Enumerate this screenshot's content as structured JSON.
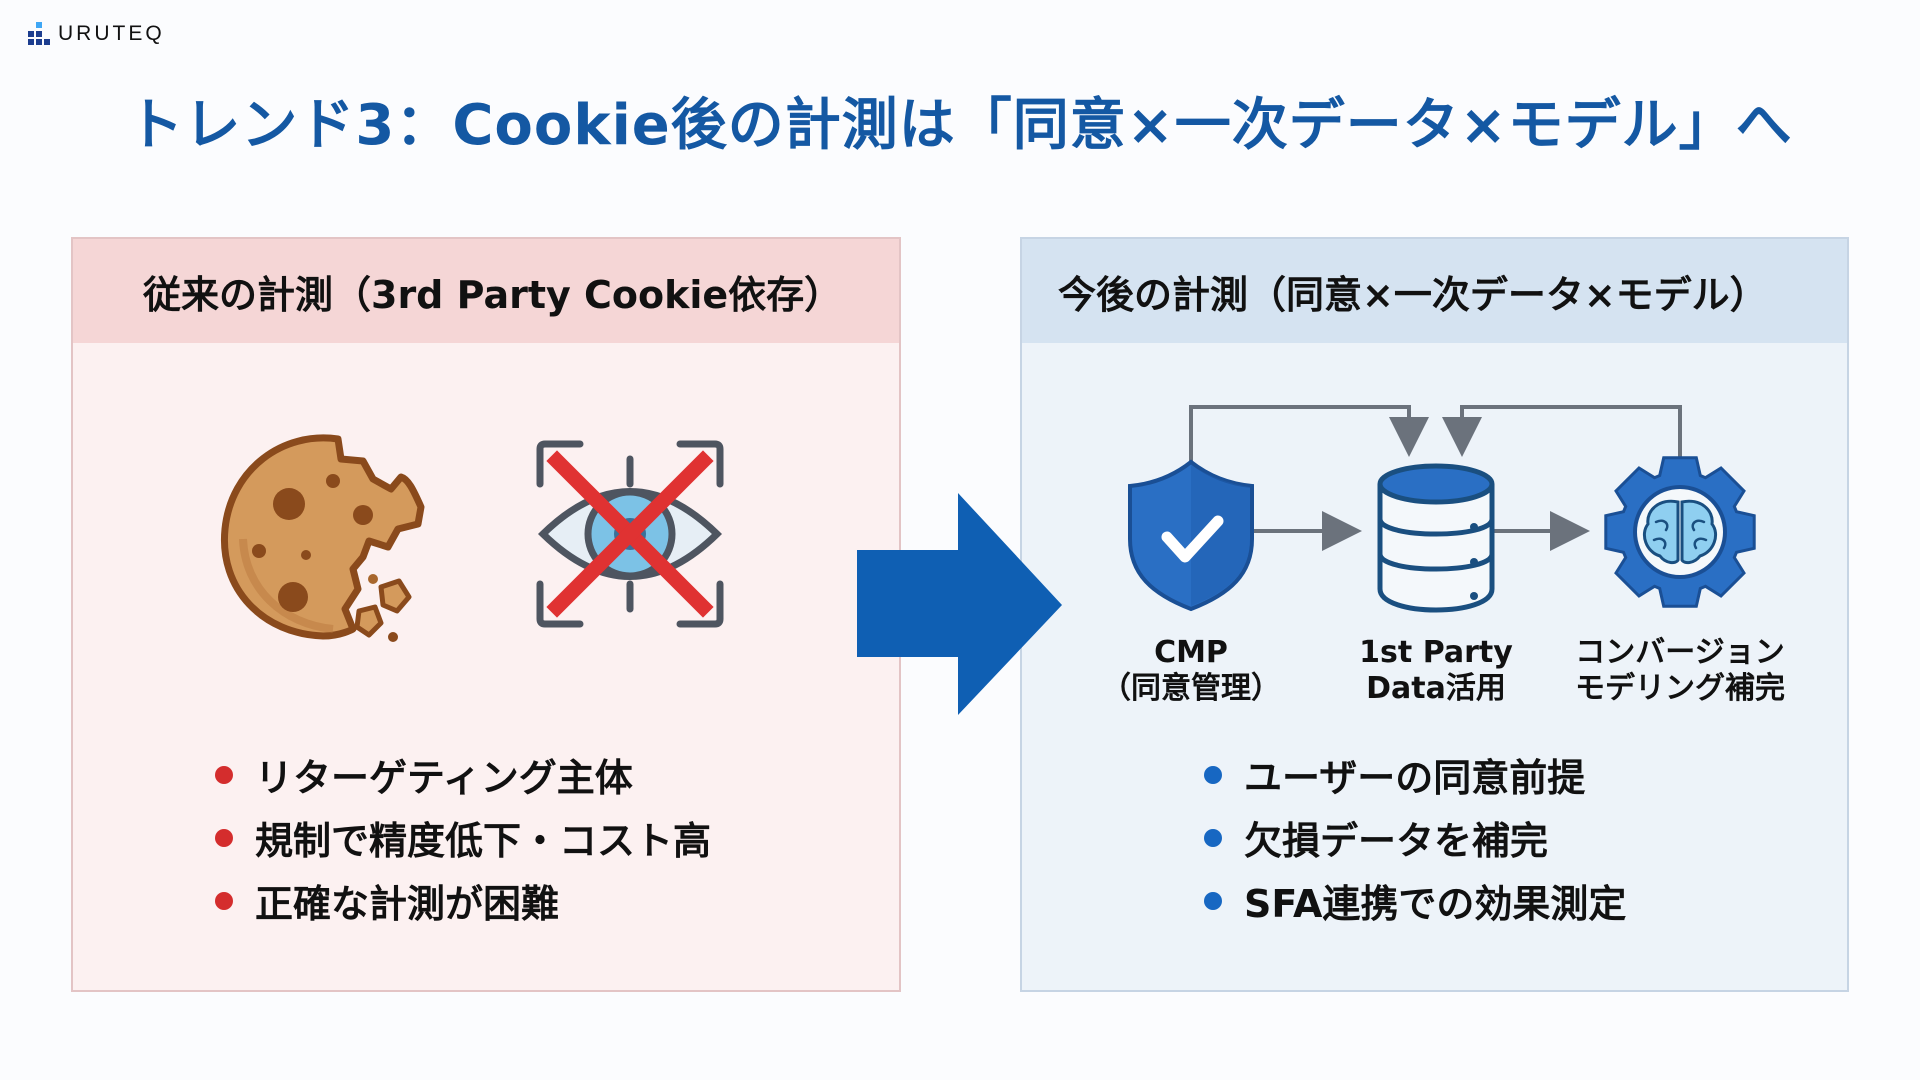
{
  "brand": {
    "logo_icon": "bar-blocks-logo-icon",
    "name": "URUTEQ"
  },
  "title": "トレンド3：Cookie後の計測は「同意×一次データ×モデル」へ",
  "left_panel": {
    "header": "従来の計測（3rd Party Cookie依存）",
    "icons": [
      "bitten-cookie-icon",
      "crossed-out-eye-icon"
    ],
    "accent_color": "#d42d2d",
    "bullets": [
      "リターゲティング主体",
      "規制で精度低下・コスト高",
      "正確な計測が困難"
    ]
  },
  "transition_arrow": "right-arrow-icon",
  "right_panel": {
    "header": "今後の計測（同意×一次データ×モデル）",
    "accent_color": "#1767c2",
    "flow": [
      {
        "icon": "shield-check-icon",
        "line1": "CMP",
        "line2": "（同意管理）"
      },
      {
        "icon": "database-icon",
        "line1": "1st Party",
        "line2": "Data活用"
      },
      {
        "icon": "gear-brain-icon",
        "line1": "コンバージョン",
        "line2": "モデリング補完"
      }
    ],
    "bullets": [
      "ユーザーの同意前提",
      "欠損データを補完",
      "SFA連携での効果測定"
    ]
  }
}
